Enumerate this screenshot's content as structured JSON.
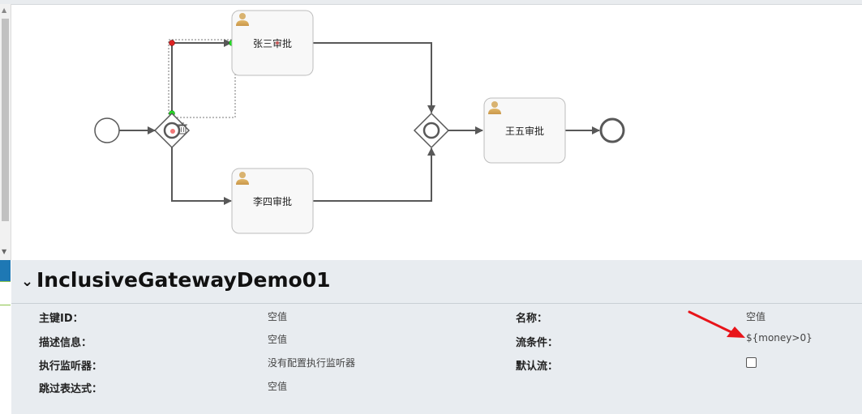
{
  "diagram": {
    "tasks": [
      {
        "label": "张三审批"
      },
      {
        "label": "李四审批"
      },
      {
        "label": "王五审批"
      }
    ]
  },
  "panel": {
    "title": "InclusiveGatewayDemo01",
    "properties": {
      "id_label": "主键ID：",
      "id_value": "空值",
      "desc_label": "描述信息：",
      "desc_value": "空值",
      "listener_label": "执行监听器：",
      "listener_value": "没有配置执行监听器",
      "skip_label": "跳过表达式：",
      "skip_value": "空值",
      "name_label": "名称：",
      "name_value": "空值",
      "condition_label": "流条件：",
      "condition_value": "${money>0}",
      "default_flow_label": "默认流：",
      "default_flow_checked": false
    }
  },
  "colors": {
    "annotation_arrow": "#e8141a",
    "task_fill": "#f8f8f8",
    "task_stroke": "#bdbdbd",
    "flow_stroke": "#585858",
    "user_icon": "#d4a85a",
    "selection_green": "#22dd22",
    "selection_red": "#dd2222"
  }
}
